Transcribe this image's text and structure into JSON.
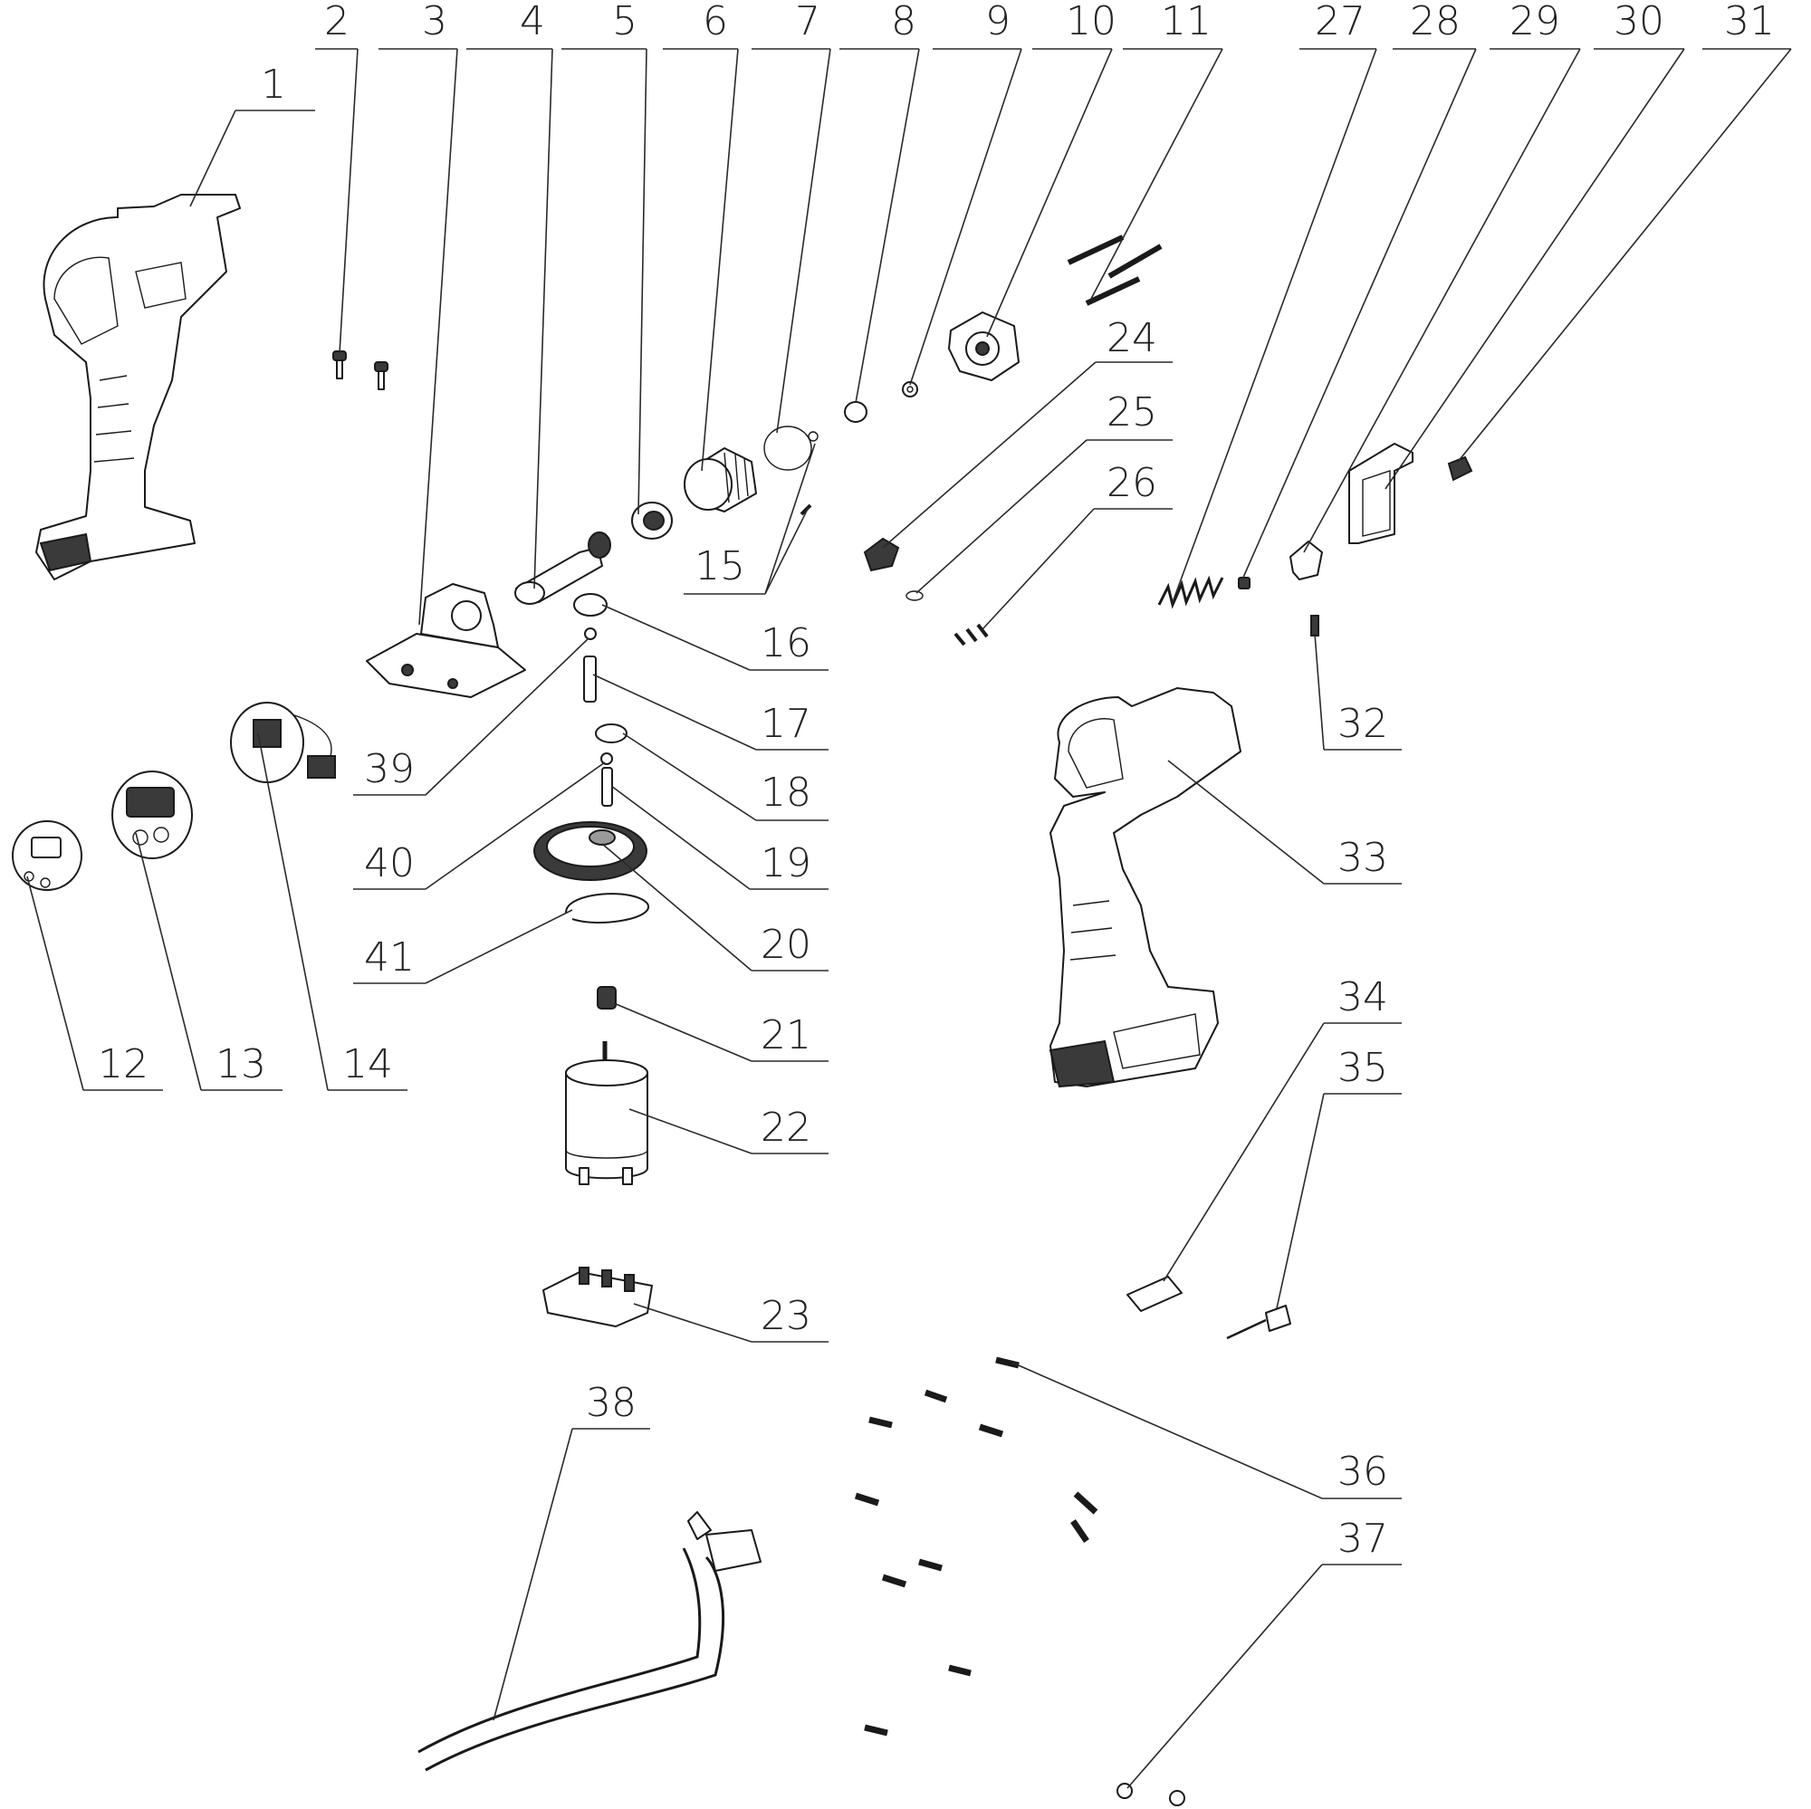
{
  "diagram": {
    "labels": [
      "1",
      "2",
      "3",
      "4",
      "5",
      "6",
      "7",
      "8",
      "9",
      "10",
      "11",
      "27",
      "28",
      "29",
      "30",
      "31",
      "24",
      "25",
      "26",
      "15",
      "16",
      "17",
      "18",
      "19",
      "20",
      "21",
      "22",
      "23",
      "39",
      "40",
      "41",
      "12",
      "13",
      "14",
      "32",
      "33",
      "34",
      "35",
      "36",
      "37",
      "38"
    ]
  }
}
